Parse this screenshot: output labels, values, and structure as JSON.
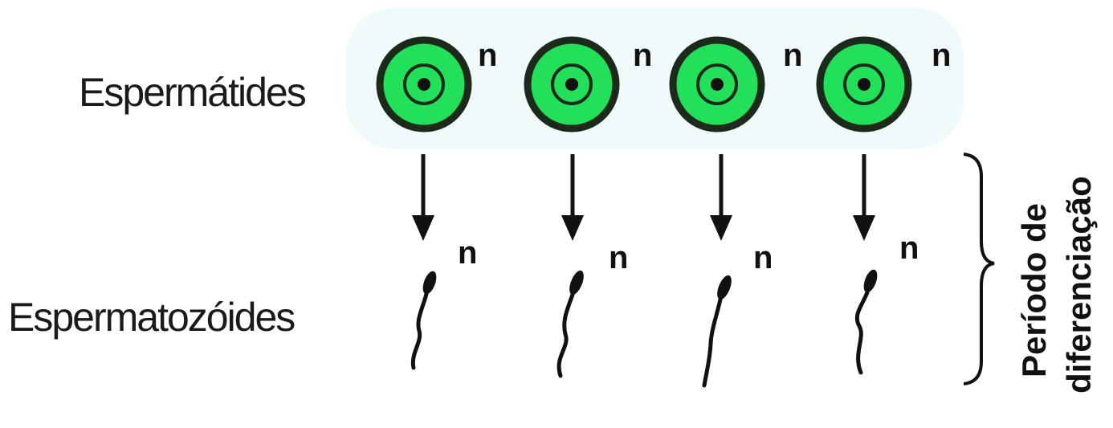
{
  "labels": {
    "spermatids": "Espermátides",
    "spermatozoa": "Espermatozóides",
    "ploidy": "n",
    "phase_line1": "Período de",
    "phase_line2": "diferenciação"
  },
  "spermatids": [
    {
      "ploidy": "n"
    },
    {
      "ploidy": "n"
    },
    {
      "ploidy": "n"
    },
    {
      "ploidy": "n"
    }
  ],
  "spermatozoa": [
    {
      "ploidy": "n"
    },
    {
      "ploidy": "n"
    },
    {
      "ploidy": "n"
    },
    {
      "ploidy": "n"
    }
  ],
  "colors": {
    "cell_fill": "#22e05a",
    "cell_outline": "#1b2a1b",
    "nucleus": "#111111",
    "halo": "#e6f6f8",
    "arrow": "#111111",
    "sperm": "#111111"
  },
  "icons": {
    "cell": "spermatid-cell-icon",
    "arrow": "down-arrow-icon",
    "sperm": "spermatozoon-icon",
    "brace": "right-brace-icon"
  }
}
